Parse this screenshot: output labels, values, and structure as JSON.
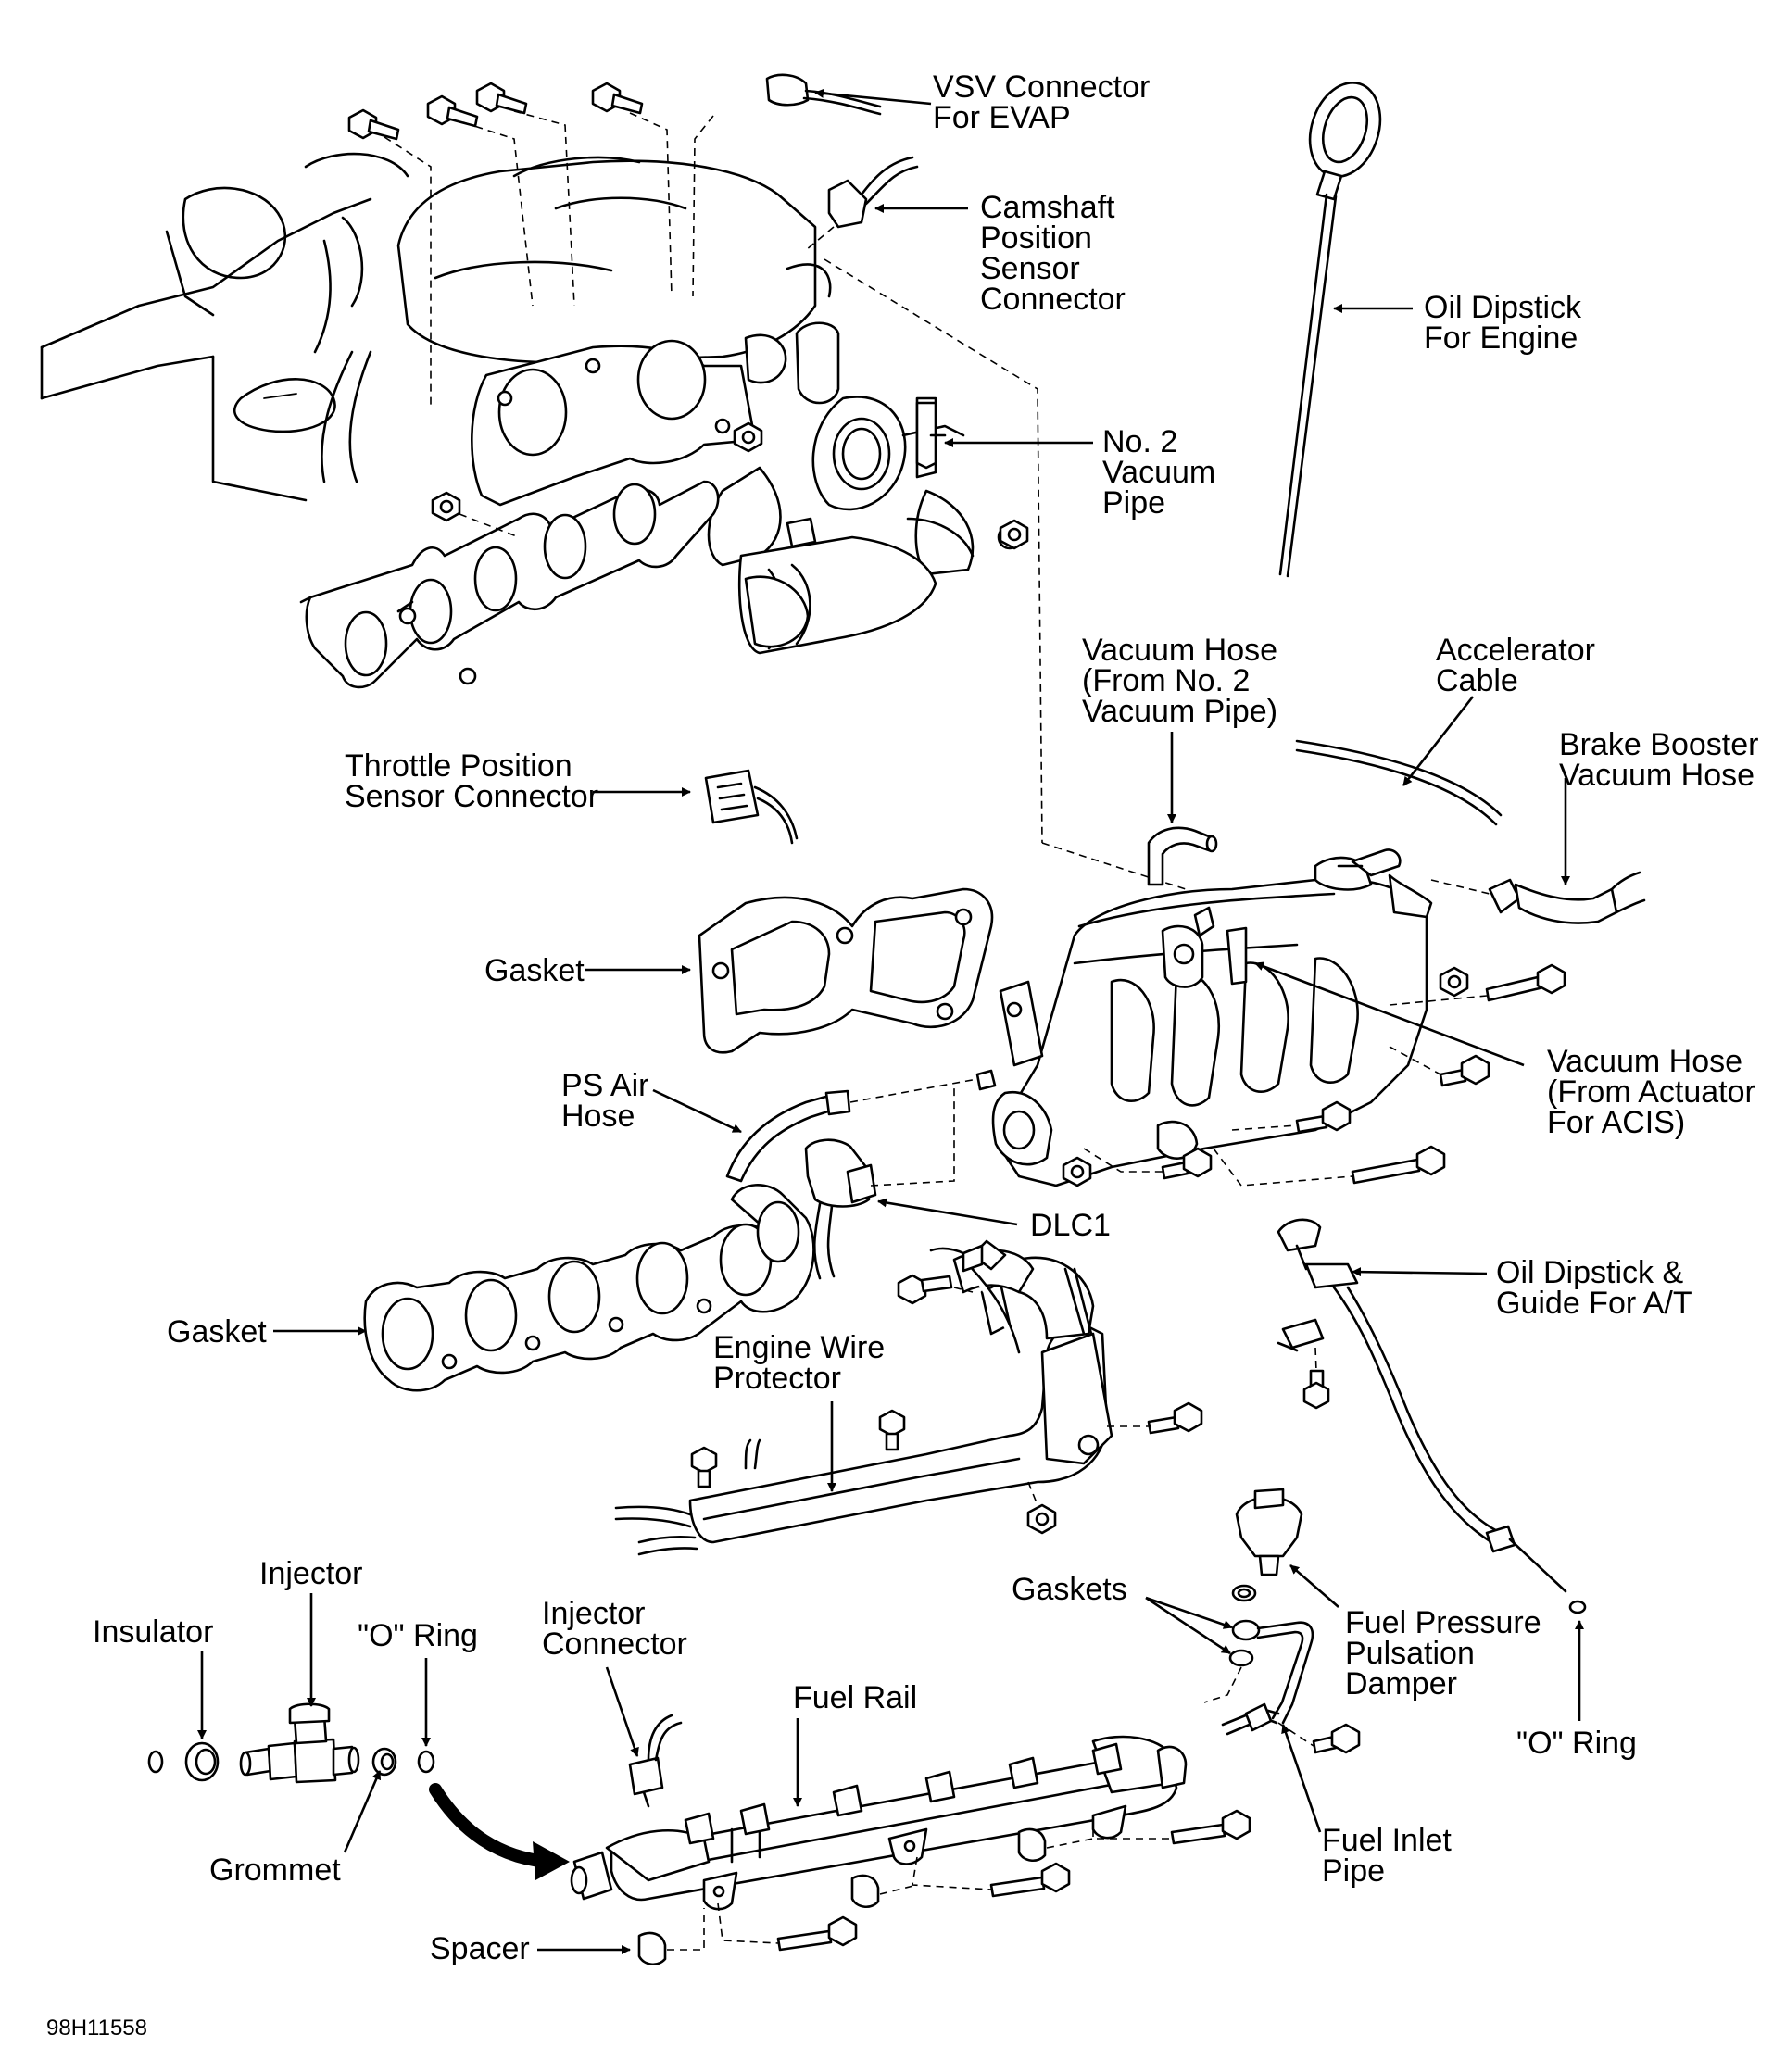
{
  "figure_id": "98H11558",
  "labels": {
    "vsv_connector": [
      "VSV Connector",
      "For EVAP"
    ],
    "camshaft_sensor_connector": [
      "Camshaft",
      "Position",
      "Sensor",
      "Connector"
    ],
    "oil_dipstick_engine": [
      "Oil Dipstick",
      "For Engine"
    ],
    "no2_vacuum_pipe": [
      "No. 2",
      "Vacuum",
      "Pipe"
    ],
    "vacuum_hose_no2": [
      "Vacuum Hose",
      "(From No. 2",
      "Vacuum Pipe)"
    ],
    "accelerator_cable": [
      "Accelerator",
      "Cable"
    ],
    "brake_booster_hose": [
      "Brake Booster",
      "Vacuum Hose"
    ],
    "throttle_position_connector": [
      "Throttle Position",
      "Sensor Connector"
    ],
    "gasket_upper": [
      "Gasket"
    ],
    "vacuum_hose_acis": [
      "Vacuum Hose",
      "(From Actuator",
      "For ACIS)"
    ],
    "ps_air_hose": [
      "PS Air",
      "Hose"
    ],
    "dlc1": [
      "DLC1"
    ],
    "gasket_lower": [
      "Gasket"
    ],
    "oil_dipstick_at": [
      "Oil Dipstick &",
      "Guide For A/T"
    ],
    "engine_wire_protector": [
      "Engine Wire",
      "Protector"
    ],
    "injector": [
      "Injector"
    ],
    "insulator": [
      "Insulator"
    ],
    "o_ring_left": [
      "\"O\" Ring"
    ],
    "injector_connector": [
      "Injector",
      "Connector"
    ],
    "gaskets": [
      "Gaskets"
    ],
    "fuel_pressure_damper": [
      "Fuel Pressure",
      "Pulsation",
      "Damper"
    ],
    "fuel_rail": [
      "Fuel Rail"
    ],
    "grommet": [
      "Grommet"
    ],
    "o_ring_right": [
      "\"O\" Ring"
    ],
    "fuel_inlet_pipe": [
      "Fuel Inlet",
      "Pipe"
    ],
    "spacer": [
      "Spacer"
    ]
  }
}
